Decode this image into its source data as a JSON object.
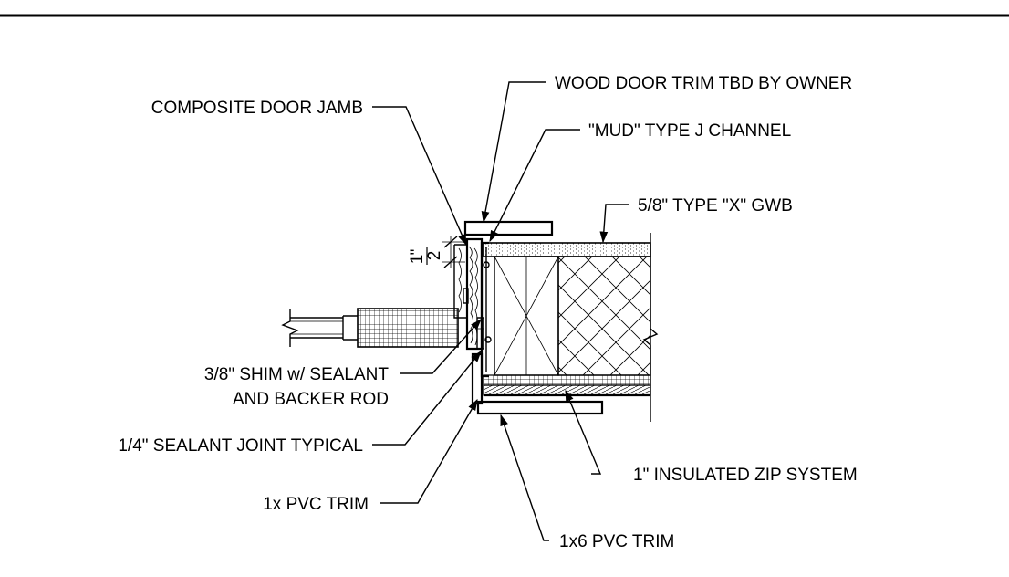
{
  "labels": {
    "wood_door_trim": "WOOD DOOR TRIM TBD BY OWNER",
    "composite_door_jamb": "COMPOSITE DOOR JAMB",
    "mud_j_channel": "\"MUD\" TYPE J CHANNEL",
    "gwb": "5/8\" TYPE \"X\" GWB",
    "shim_line1": "3/8\" SHIM w/ SEALANT",
    "shim_line2": "AND BACKER ROD",
    "sealant_joint": "1/4\" SEALANT JOINT TYPICAL",
    "insulated_zip": "1\" INSULATED ZIP SYSTEM",
    "pvc_trim_1x": "1x PVC TRIM",
    "pvc_trim_1x6": "1x6 PVC TRIM"
  },
  "dimension": {
    "numerator": "1",
    "quote": "\"",
    "denominator": "2"
  },
  "colors": {
    "line": "#000000",
    "background": "#ffffff"
  }
}
